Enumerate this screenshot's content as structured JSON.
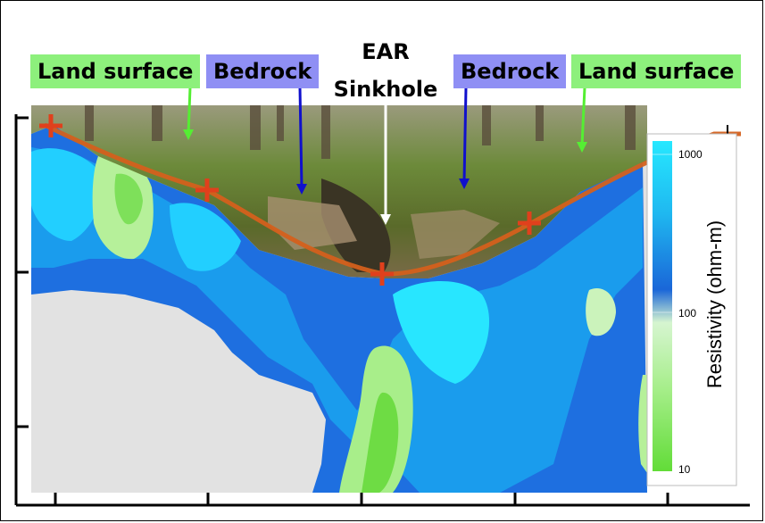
{
  "labels": {
    "land_surface_left": "Land surface",
    "bedrock_left": "Bedrock",
    "ear": "EAR",
    "sinkhole": "Sinkhole",
    "bedrock_right": "Bedrock",
    "land_surface_right": "Land surface"
  },
  "legend": {
    "title": "Resistivity (ohm-m)",
    "ticks": [
      "1000",
      "100",
      "10"
    ]
  },
  "colors": {
    "land_label": "#8df07c",
    "bedrock_label": "#8f8ff4",
    "surface_line": "#d4601c",
    "marker": "#e0401c",
    "no_data": "#e2e2e2",
    "low_resistivity": "#7ee05a",
    "mid_resistivity": "#1a70e0",
    "high_resistivity": "#28e6ff"
  }
}
